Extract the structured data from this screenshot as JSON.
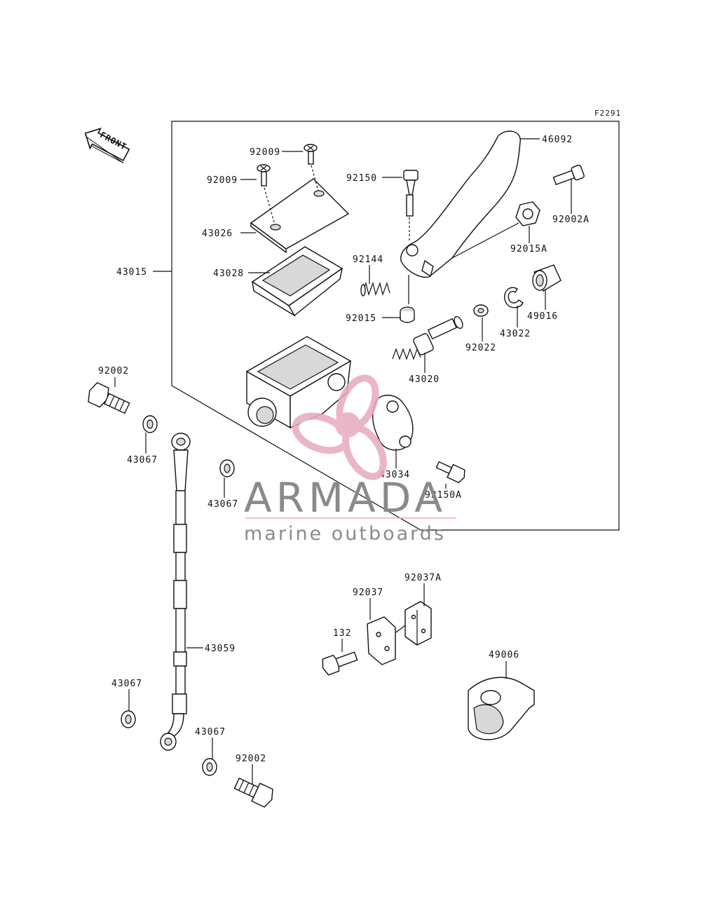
{
  "figure_code": "F2291",
  "front_label": "FRONT",
  "parts": {
    "p46092": "46092",
    "p92009_a": "92009",
    "p92009_b": "92009",
    "p92150": "92150",
    "p92002A": "92002A",
    "p43026": "43026",
    "p92015A": "92015A",
    "p43015": "43015",
    "p43028": "43028",
    "p92144": "92144",
    "p49016": "49016",
    "p92015": "92015",
    "p43022": "43022",
    "p92022": "92022",
    "p43020": "43020",
    "p92002_top": "92002",
    "p43067_a": "43067",
    "p43034": "43034",
    "p43067_b": "43067",
    "p92150A": "92150A",
    "p92037A": "92037A",
    "p92037": "92037",
    "p132": "132",
    "p43059": "43059",
    "p49006": "49006",
    "p43067_c": "43067",
    "p43067_d": "43067",
    "p92002_bottom": "92002"
  },
  "watermark": {
    "brand": "ARMADA",
    "tagline": "marine outboards",
    "logo_color": "#e8a9c0",
    "text_color": "#8a8a8a"
  }
}
